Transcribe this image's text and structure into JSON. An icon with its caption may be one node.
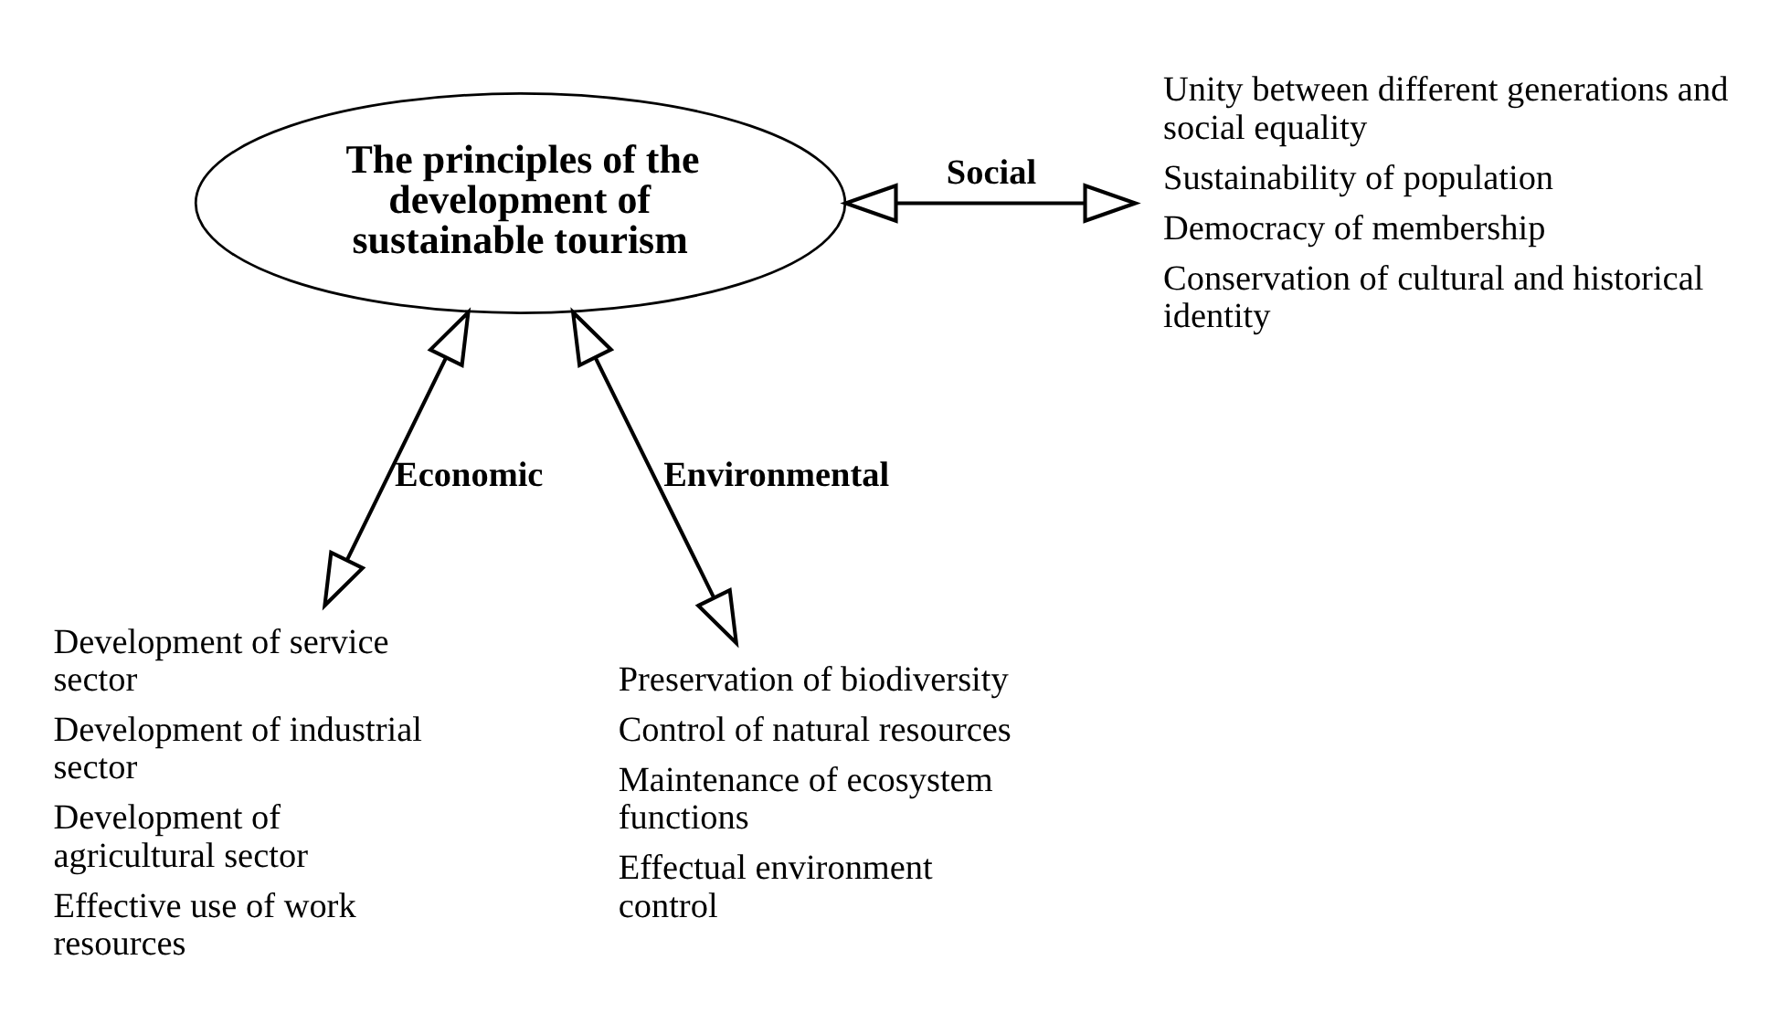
{
  "diagram": {
    "nodes": [
      {
        "text": [
          "The principles of the development of sustainable tourism"
        ]
      },
      {
        "text": [
          "Unity between different generations and social equality",
          "Sustainability of population",
          "Democracy of membership",
          "Conservation of cultural and historical identity"
        ]
      },
      {
        "text": [
          "Development of service sector",
          "Development of industrial sector",
          "Development of agricultural sector",
          "Effective use of work resources"
        ]
      },
      {
        "text": [
          "Preservation of biodiversity",
          "Control of natural resources",
          "Maintenance of ecosystem functions",
          "Effectual environment control"
        ]
      }
    ],
    "edges": [
      {
        "from": 0,
        "to": 1,
        "arrow": "both",
        "label": "Social"
      },
      {
        "from": 0,
        "to": 2,
        "arrow": "both",
        "label": "Economic"
      },
      {
        "from": 0,
        "to": 3,
        "arrow": "both",
        "label": "Environmental"
      }
    ]
  }
}
